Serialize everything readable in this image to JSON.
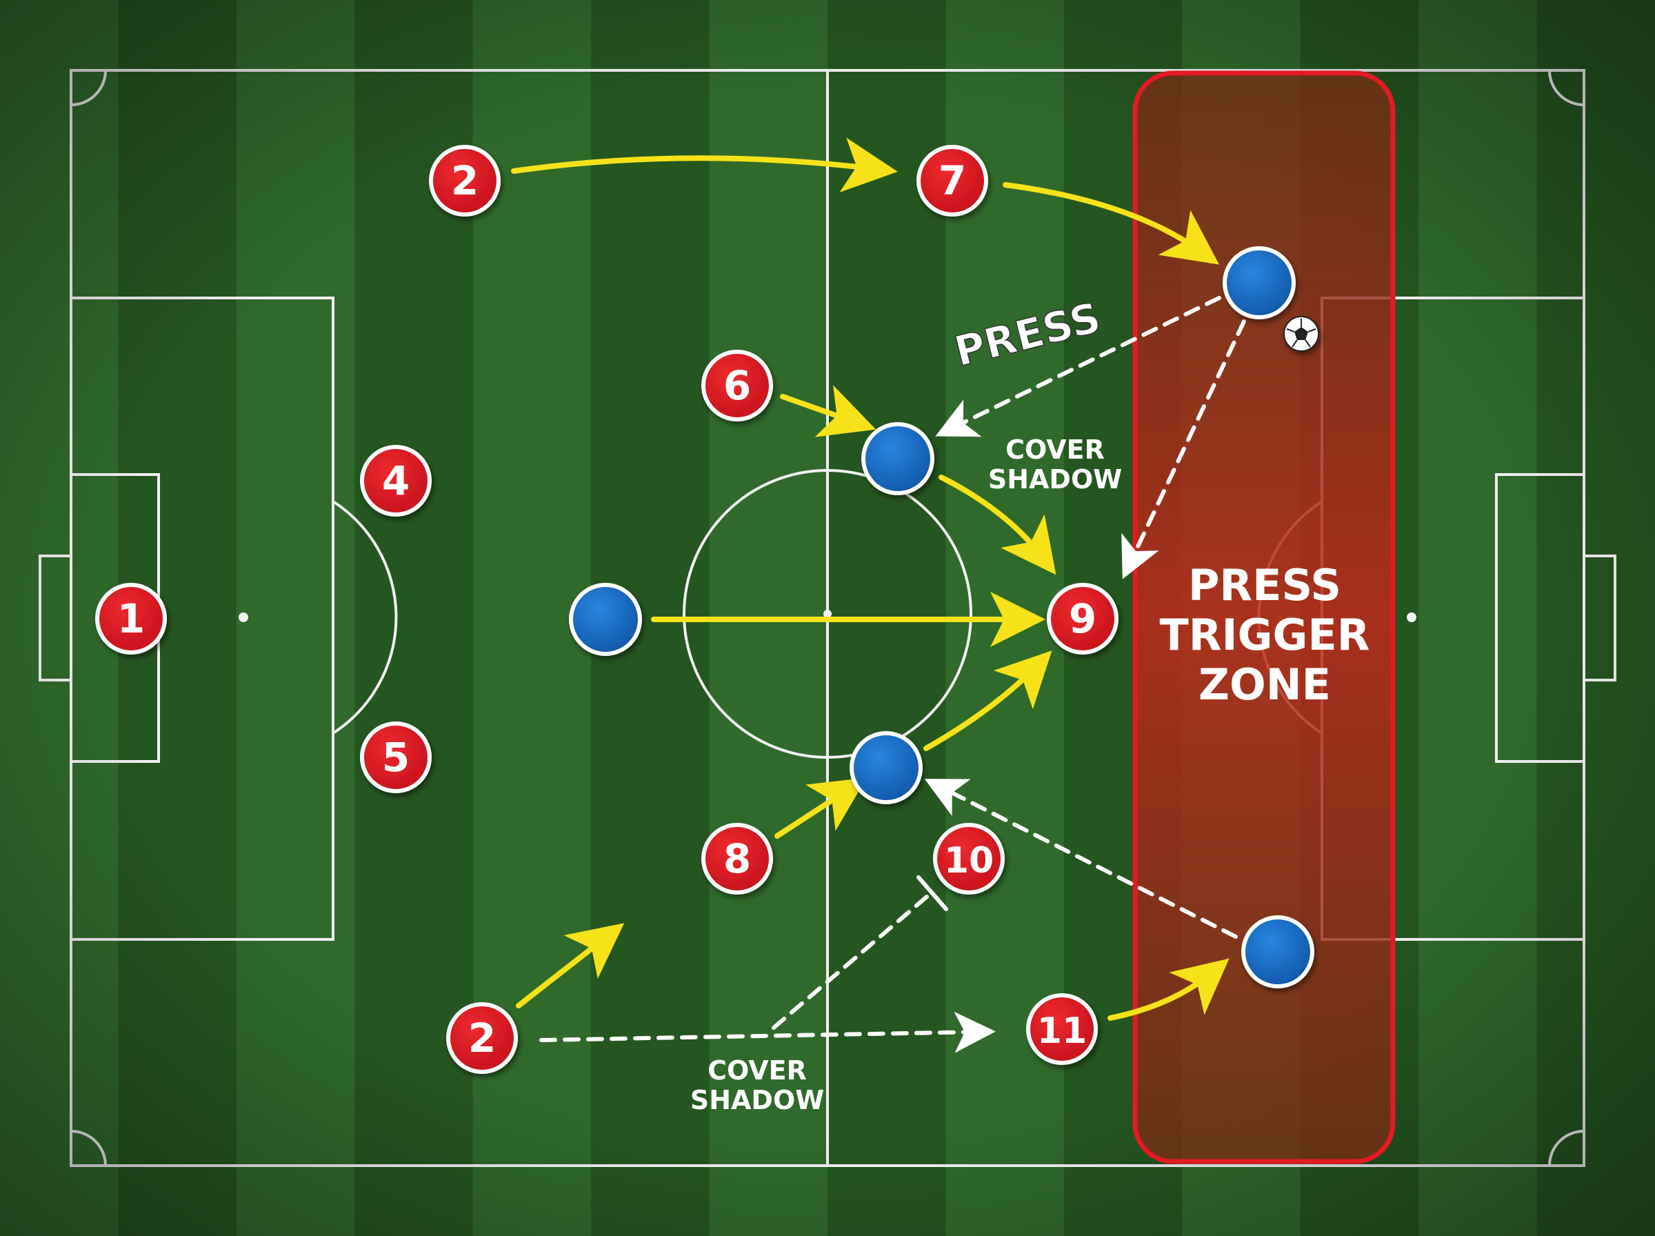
{
  "colors": {
    "pitch_light": "#2f6a2a",
    "pitch_dark": "#24561f",
    "lines": "#f2f2f2",
    "red_player": "#d7161f",
    "blue_player": "#1565c0",
    "arrow_yellow": "#f7e21a",
    "arrow_white": "#ffffff",
    "zone_border": "#e31b23",
    "zone_fill": "#b2201a"
  },
  "zone": {
    "title_lines": [
      "PRESS",
      "TRIGGER",
      "ZONE"
    ]
  },
  "labels": {
    "press": "PRESS",
    "cover_shadow_top": [
      "COVER",
      "SHADOW"
    ],
    "cover_shadow_bottom": [
      "COVER",
      "SHADOW"
    ]
  },
  "red_players": [
    {
      "id": "r1",
      "number": "1"
    },
    {
      "id": "r2a",
      "number": "2"
    },
    {
      "id": "r2b",
      "number": "2"
    },
    {
      "id": "r4",
      "number": "4"
    },
    {
      "id": "r5",
      "number": "5"
    },
    {
      "id": "r6",
      "number": "6"
    },
    {
      "id": "r7",
      "number": "7"
    },
    {
      "id": "r8",
      "number": "8"
    },
    {
      "id": "r9",
      "number": "9"
    },
    {
      "id": "r10",
      "number": "10"
    },
    {
      "id": "r11",
      "number": "11"
    }
  ],
  "icons": {
    "ball": "soccer-ball-icon"
  }
}
